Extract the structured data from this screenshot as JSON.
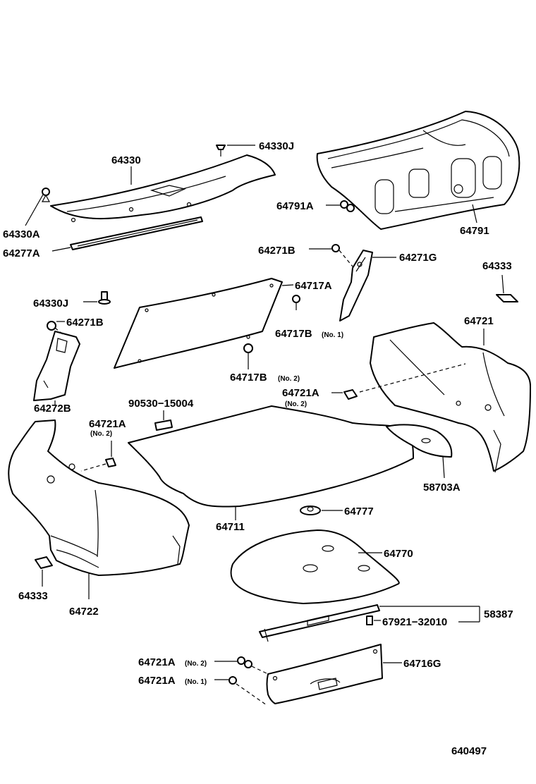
{
  "labels": {
    "p64330J_top": "64330J",
    "p64330": "64330",
    "p64330A": "64330A",
    "p64277A": "64277A",
    "p64791A": "64791A",
    "p64791": "64791",
    "p64271B_top": "64271B",
    "p64271G": "64271G",
    "p64333_right": "64333",
    "p64717A": "64717A",
    "p64330J_left": "64330J",
    "p64271B_left": "64271B",
    "p64717B_no1": "64717B",
    "p64717B_no1_sub": "(No. 1)",
    "p64717B_no2": "64717B",
    "p64717B_no2_sub": "(No. 2)",
    "p64721": "64721",
    "p64272B": "64272B",
    "p64721A_mid": "64721A",
    "p64721A_mid_sub": "(No. 2)",
    "p90530": "90530−15004",
    "p64721A_left": "64721A",
    "p64721A_left_sub": "(No. 2)",
    "p58703A": "58703A",
    "p64711": "64711",
    "p64777": "64777",
    "p64770": "64770",
    "p64333_left": "64333",
    "p64722": "64722",
    "p58387": "58387",
    "p67921": "67921−32010",
    "p64721A_no2": "64721A",
    "p64721A_no2_sub": "(No. 2)",
    "p64716G": "64716G",
    "p64721A_no1": "64721A",
    "p64721A_no1_sub": "(No. 1)",
    "diagram_id": "640497"
  }
}
